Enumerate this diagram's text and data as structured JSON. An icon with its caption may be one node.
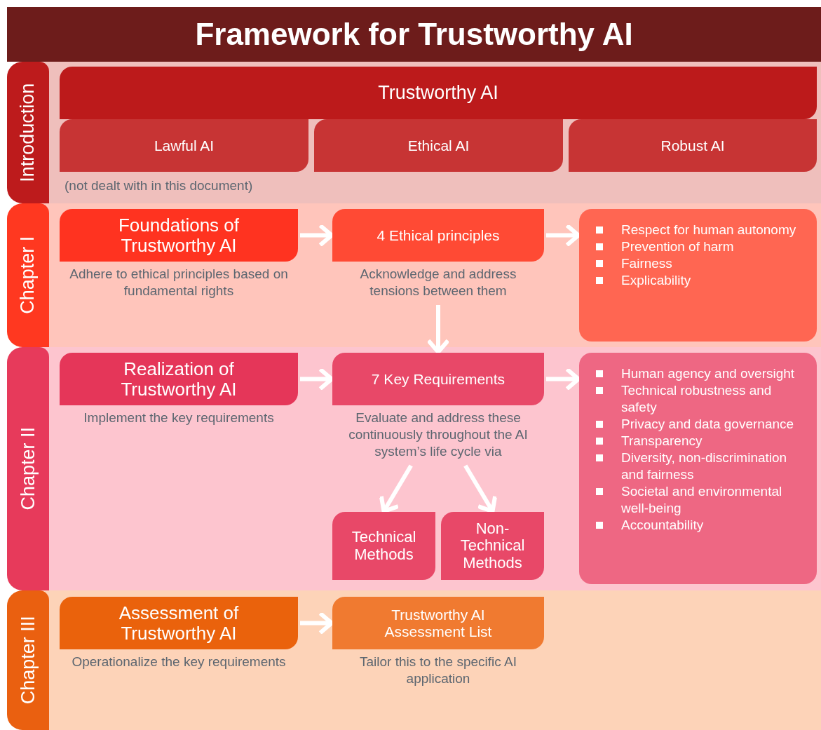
{
  "diagram": {
    "title": "Framework for Trustworthy AI",
    "nodes": [
      {
        "text": [
          "Introduction"
        ]
      },
      {
        "text": [
          "Trustworthy AI"
        ]
      },
      {
        "text": [
          "Lawful AI"
        ],
        "beside": [
          "(not dealt with in this document)"
        ]
      },
      {
        "text": [
          "Ethical AI"
        ]
      },
      {
        "text": [
          "Robust AI"
        ]
      },
      {
        "text": [
          "Chapter I"
        ]
      },
      {
        "text": [
          "Foundations of Trustworthy AI"
        ],
        "beside": [
          "Adhere to ethical principles based on fundamental rights"
        ]
      },
      {
        "text": [
          "4 Ethical principles"
        ],
        "beside": [
          "Acknowledge and address tensions between them"
        ]
      },
      {
        "text": [
          "Respect for human autonomy",
          "Prevention of harm",
          "Fairness",
          "Explicability"
        ]
      },
      {
        "text": [
          "Chapter II"
        ]
      },
      {
        "text": [
          "Realization of Trustworthy AI"
        ],
        "beside": [
          "Implement the key requirements"
        ]
      },
      {
        "text": [
          "7 Key Requirements"
        ],
        "beside": [
          "Evaluate and address these continuously throughout the AI system’s life cycle via"
        ]
      },
      {
        "text": [
          "Human agency and oversight",
          "Technical robustness and safety",
          "Privacy and data governance",
          "Transparency",
          "Diversity, non-discrimination and fairness",
          "Societal and environmental well-being",
          "Accountability"
        ]
      },
      {
        "text": [
          "Technical Methods"
        ]
      },
      {
        "text": [
          "Non-Technical Methods"
        ]
      },
      {
        "text": [
          "Chapter III"
        ]
      },
      {
        "text": [
          "Assessment of Trustworthy AI"
        ],
        "beside": [
          "Operationalize the key requirements"
        ]
      },
      {
        "text": [
          "Trustworthy AI Assessment List"
        ],
        "beside": [
          "Tailor this to the specific AI application"
        ]
      }
    ],
    "edges": [
      {
        "from": 6,
        "to": 7,
        "arrow": "to"
      },
      {
        "from": 7,
        "to": 8,
        "arrow": "to"
      },
      {
        "from": 7,
        "to": 11,
        "arrow": "to"
      },
      {
        "from": 10,
        "to": 11,
        "arrow": "to"
      },
      {
        "from": 11,
        "to": 12,
        "arrow": "to"
      },
      {
        "from": 11,
        "to": 13,
        "arrow": "to"
      },
      {
        "from": 11,
        "to": 14,
        "arrow": "to"
      },
      {
        "from": 16,
        "to": 17,
        "arrow": "to"
      }
    ]
  }
}
